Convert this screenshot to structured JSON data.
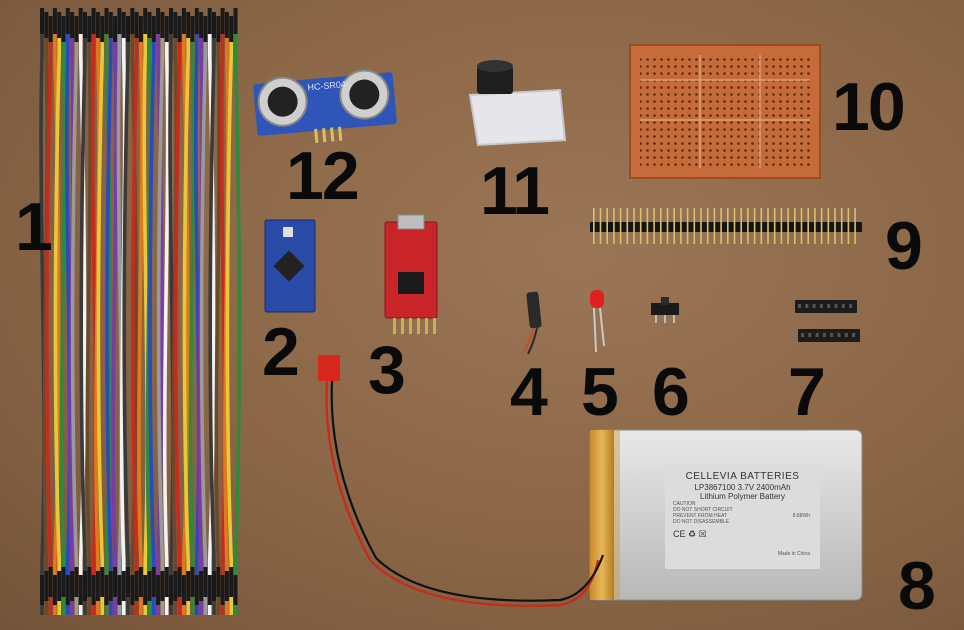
{
  "labels": [
    "1",
    "2",
    "3",
    "4",
    "5",
    "6",
    "7",
    "8",
    "9",
    "10",
    "11",
    "12"
  ],
  "sensor_text": "HC-SR04",
  "battery": {
    "line1": "CELLEVIA  BATTERIES",
    "line2": "LP3867100 3.7V 2400mAh",
    "line3": "Lithium Polymer Battery",
    "caution": "CAUTION",
    "c1": "DO NOT SHORT CIRCUIT",
    "c2": "PREVENT FROM HEAT",
    "c3": "DO NOT DISASSEMBLE",
    "energy": "8.88Wh",
    "made": "Made in China",
    "marks": "CE  ♻  ☒"
  },
  "colors": {
    "board": "#8a6646",
    "wire_red": "#d23a2a",
    "pcb_blue": "#2848a8",
    "pcb_red": "#c8242a",
    "proto_orange": "#c06a3a",
    "battery_foil": "#d8a038"
  }
}
